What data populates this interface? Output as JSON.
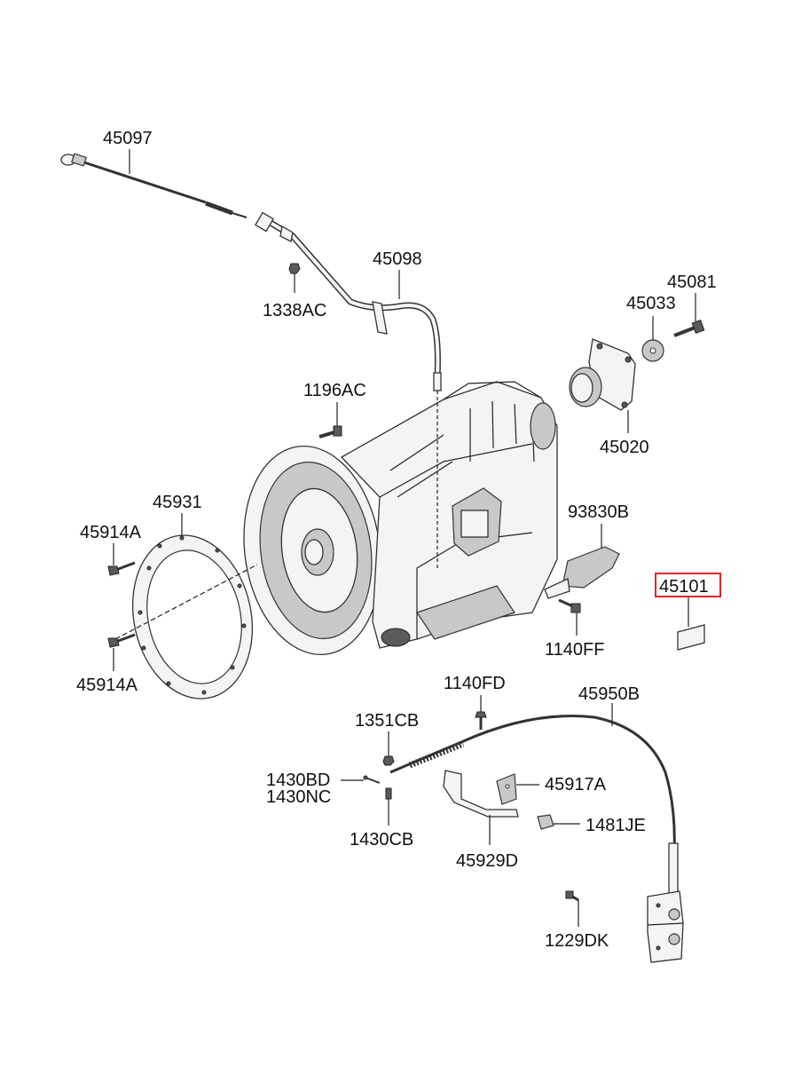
{
  "labels": {
    "l45097": "45097",
    "l45098": "45098",
    "l1338AC": "1338AC",
    "l45081": "45081",
    "l45033": "45033",
    "l1196AC": "1196AC",
    "l45020": "45020",
    "l45931": "45931",
    "l45914A_top": "45914A",
    "l45914A_bot": "45914A",
    "l93830B": "93830B",
    "l45101": "45101",
    "l1140FF": "1140FF",
    "l1140FD": "1140FD",
    "l45950B": "45950B",
    "l1351CB": "1351CB",
    "l1430BD": "1430BD",
    "l1430NC": "1430NC",
    "l45917A": "45917A",
    "l1430CB": "1430CB",
    "l1481JE": "1481JE",
    "l45929D": "45929D",
    "l1229DK": "1229DK"
  },
  "highlight": {
    "part": "45101",
    "color": "#e0242a"
  }
}
